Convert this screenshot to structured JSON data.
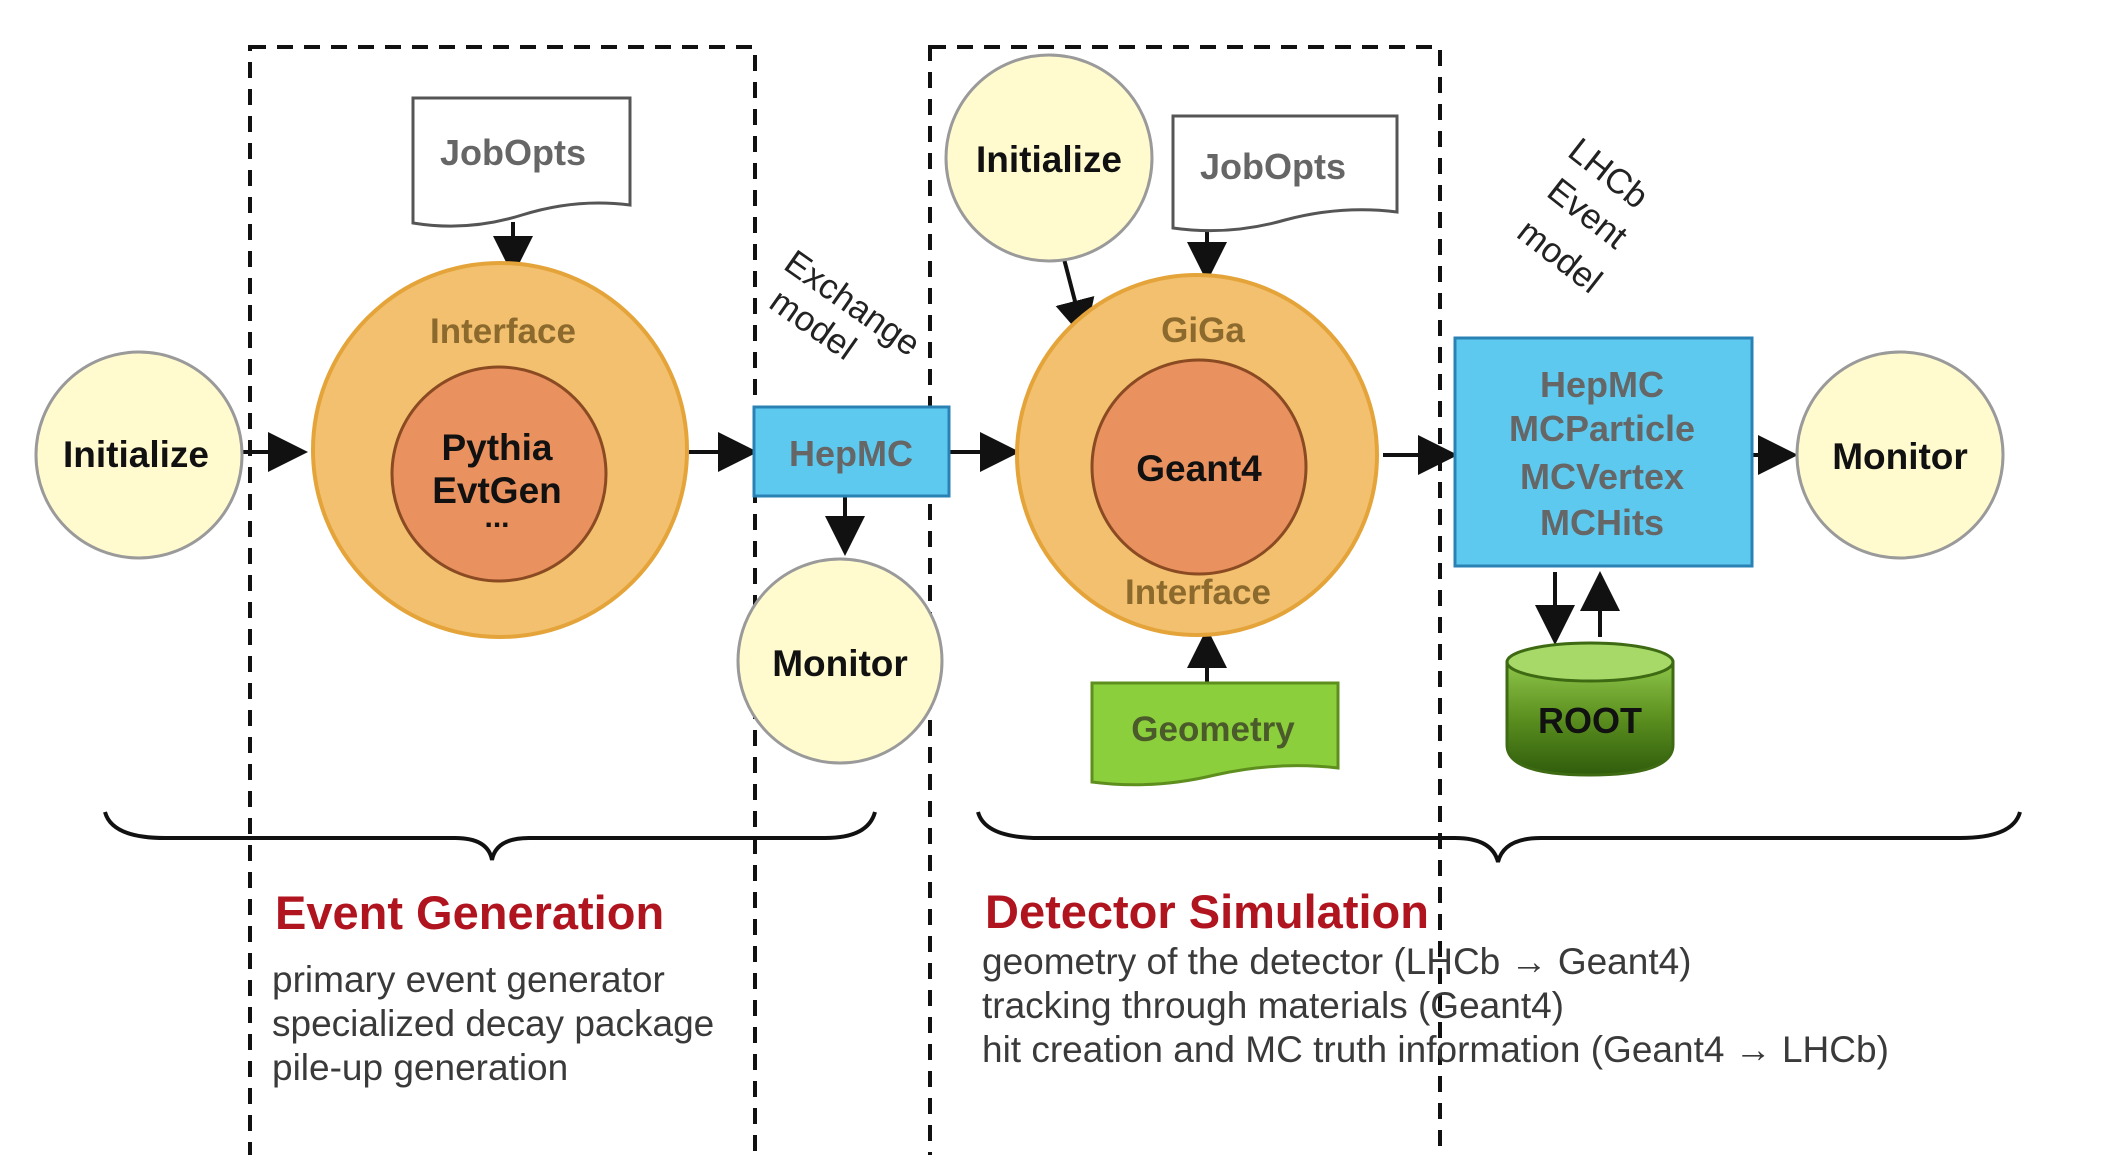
{
  "nodes": {
    "initialize_left": "Initialize",
    "jobopts_left": "JobOpts",
    "gen_interface": "Interface",
    "gen_inner_line1": "Pythia",
    "gen_inner_line2": "EvtGen",
    "gen_inner_line3": "...",
    "exchange_model_line1": "Exchange",
    "exchange_model_line2": "model",
    "hepmc": "HepMC",
    "monitor_mid": "Monitor",
    "initialize_sim": "Initialize",
    "jobopts_sim": "JobOpts",
    "giga": "GiGa",
    "geant4": "Geant4",
    "sim_interface": "Interface",
    "geometry": "Geometry",
    "lhcb_model_line1": "LHCb",
    "lhcb_model_line2": "Event",
    "lhcb_model_line3": "model",
    "event_model_items": [
      "HepMC",
      "MCParticle",
      "MCVertex",
      "MCHits"
    ],
    "root": "ROOT",
    "monitor_right": "Monitor"
  },
  "sections": {
    "generation": {
      "title": "Event Generation",
      "lines": [
        "primary event generator",
        "specialized decay package",
        "pile-up generation"
      ]
    },
    "simulation": {
      "title": "Detector Simulation",
      "lines": [
        "geometry of the detector (LHCb → Geant4)",
        "tracking through materials (Geant4)",
        "hit creation and MC truth information (Geant4 → LHCb)"
      ]
    }
  },
  "colors": {
    "light_yellow": "#fffbcf",
    "orange_ring": "#f2c06e",
    "inner_core": "#e9915f",
    "box_blue": "#5ec9ef",
    "geometry_green": "#8ccf3c",
    "root_green": "#5c8e22",
    "title_red": "#b0141f"
  }
}
